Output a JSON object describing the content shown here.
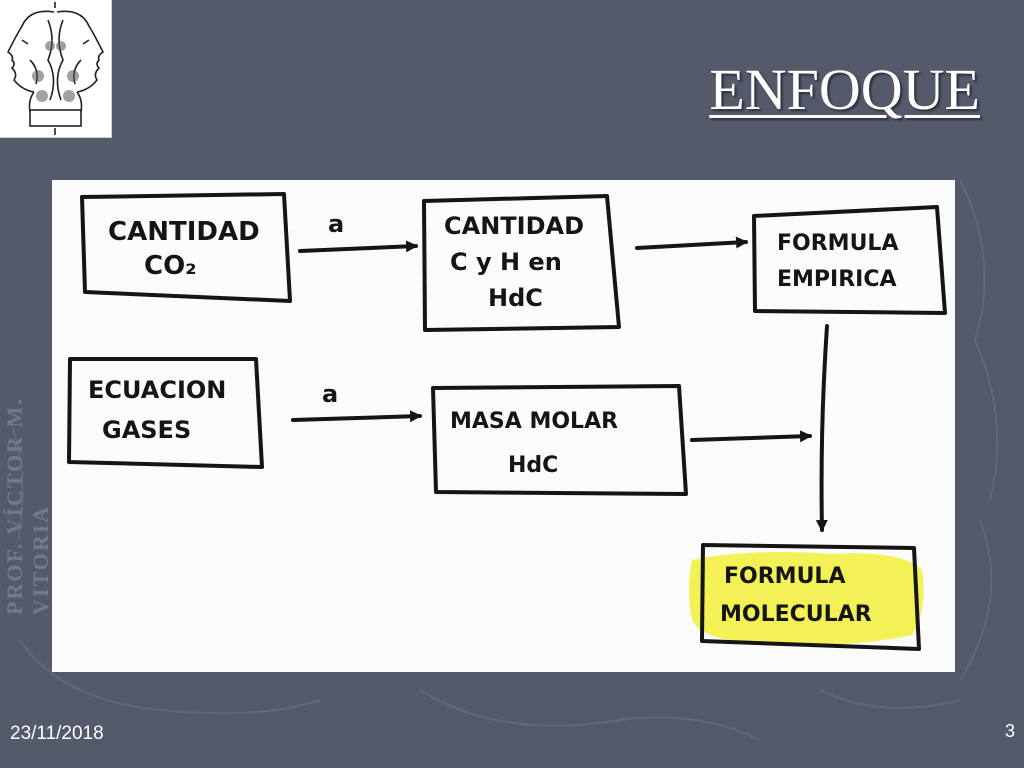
{
  "slide": {
    "title": "ENFOQUE",
    "date": "23/11/2018",
    "number": "3",
    "watermark": "PROF. VÍCTOR M. VITORIA",
    "logo": "janus-two-faces-logo"
  },
  "diagram": {
    "boxes": [
      {
        "id": "cantidad-co2",
        "lines": [
          "CANTIDAD",
          "CO₂"
        ]
      },
      {
        "id": "cantidad-c-h",
        "lines": [
          "CANTIDAD",
          "C y H en",
          "HdC"
        ]
      },
      {
        "id": "formula-empirica",
        "lines": [
          "FORMULA",
          "EMPIRICA"
        ]
      },
      {
        "id": "ecuacion-gases",
        "lines": [
          "ECUACION",
          "GASES"
        ]
      },
      {
        "id": "masa-molar",
        "lines": [
          "MASA MOLAR",
          "HdC"
        ]
      },
      {
        "id": "formula-molecular",
        "lines": [
          "FORMULA",
          "MOLECULAR"
        ],
        "highlight": "#f2ee3a"
      }
    ],
    "arrow_labels": [
      "a",
      "a"
    ]
  },
  "colors": {
    "background": "#555a6b",
    "panel": "#fbfbfb",
    "ink": "#151515",
    "highlight": "#f2ee3a"
  }
}
